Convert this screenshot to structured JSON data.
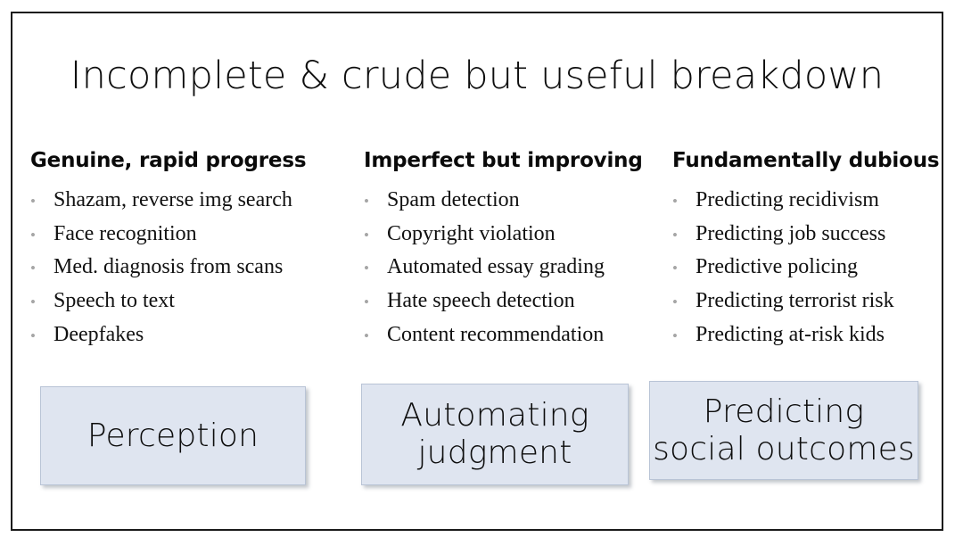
{
  "slide": {
    "title": "Incomplete & crude but useful breakdown",
    "frame_border_color": "#1a1a1a",
    "background_color": "#ffffff"
  },
  "columns": [
    {
      "header": "Genuine, rapid progress",
      "bullet_marker": "•",
      "items": [
        "Shazam, reverse img search",
        "Face recognition",
        "Med. diagnosis from scans",
        "Speech to text",
        "Deepfakes"
      ]
    },
    {
      "header": "Imperfect but improving",
      "bullet_marker": "•",
      "items": [
        "Spam detection",
        "Copyright violation",
        "Automated essay grading",
        "Hate speech detection",
        "Content recommendation"
      ]
    },
    {
      "header": "Fundamentally dubious",
      "bullet_marker": "•",
      "items": [
        "Predicting recidivism",
        "Predicting job success",
        "Predictive policing",
        "Predicting terrorist risk",
        "Predicting at-risk kids"
      ]
    }
  ],
  "callouts": [
    {
      "label": "Perception",
      "fill_color": "#dfe5f0",
      "border_color": "#b9c4d6"
    },
    {
      "label": "Automating judgment",
      "line1": "Automating",
      "line2": "judgment",
      "fill_color": "#dfe5f0",
      "border_color": "#b9c4d6"
    },
    {
      "label": "Predicting social outcomes",
      "line1": "Predicting",
      "line2": "social outcomes",
      "fill_color": "#dfe5f0",
      "border_color": "#b9c4d6"
    }
  ]
}
